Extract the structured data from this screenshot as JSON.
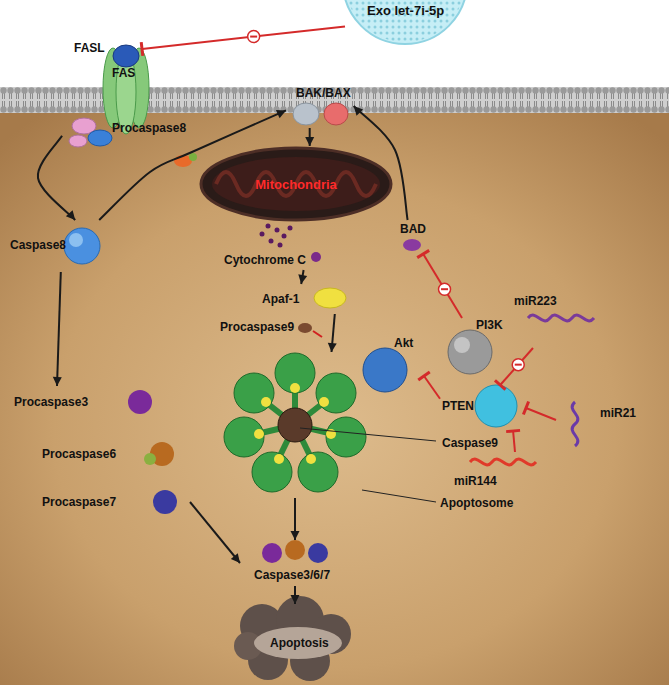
{
  "diagram": {
    "nodes": [
      {
        "text": [
          "Exo let-7i-5p"
        ]
      },
      {
        "text": [
          "FASL"
        ]
      },
      {
        "text": [
          "FAS"
        ]
      },
      {
        "text": [
          "BAK/BAX"
        ]
      },
      {
        "text": [
          "Procaspase8"
        ]
      },
      {
        "text": [
          "Mitochondria"
        ]
      },
      {
        "text": [
          "BAD"
        ]
      },
      {
        "text": [
          "Caspase8"
        ]
      },
      {
        "text": [
          "Cytochrome C"
        ]
      },
      {
        "text": [
          "miR223"
        ]
      },
      {
        "text": [
          "Apaf-1"
        ]
      },
      {
        "text": [
          "Procaspase9"
        ]
      },
      {
        "text": [
          "PI3K"
        ]
      },
      {
        "text": [
          "Akt"
        ]
      },
      {
        "text": [
          "Procaspase3"
        ]
      },
      {
        "text": [
          "PTEN"
        ]
      },
      {
        "text": [
          "miR21"
        ]
      },
      {
        "text": [
          "Caspase9"
        ]
      },
      {
        "text": [
          "Procaspase6"
        ]
      },
      {
        "text": [
          "miR144"
        ]
      },
      {
        "text": [
          "Procaspase7"
        ]
      },
      {
        "text": [
          "Apoptosome"
        ]
      },
      {
        "text": [
          "Caspase3/6/7"
        ]
      },
      {
        "text": [
          "Apoptosis"
        ]
      }
    ],
    "edges": [
      {
        "from": 0,
        "to": 1,
        "arrow": "to"
      },
      {
        "from": 4,
        "to": 7,
        "arrow": "to"
      },
      {
        "from": 7,
        "to": 3,
        "arrow": "to"
      },
      {
        "from": 7,
        "to": 14,
        "arrow": "to"
      },
      {
        "from": 20,
        "to": 22,
        "arrow": "to"
      },
      {
        "from": 3,
        "to": 5,
        "arrow": "to"
      },
      {
        "from": 6,
        "to": 3,
        "arrow": "to"
      },
      {
        "from": 12,
        "to": 6,
        "arrow": "to"
      },
      {
        "from": 15,
        "to": 13,
        "arrow": "to"
      },
      {
        "from": 9,
        "to": 15,
        "arrow": "to"
      },
      {
        "from": 16,
        "to": 15,
        "arrow": "to"
      },
      {
        "from": 19,
        "to": 15,
        "arrow": "to"
      },
      {
        "from": 8,
        "to": 10,
        "arrow": "to"
      },
      {
        "from": 10,
        "to": 21,
        "arrow": "to"
      },
      {
        "from": 21,
        "to": 22,
        "arrow": "to"
      },
      {
        "from": 22,
        "to": 23,
        "arrow": "to"
      }
    ]
  }
}
